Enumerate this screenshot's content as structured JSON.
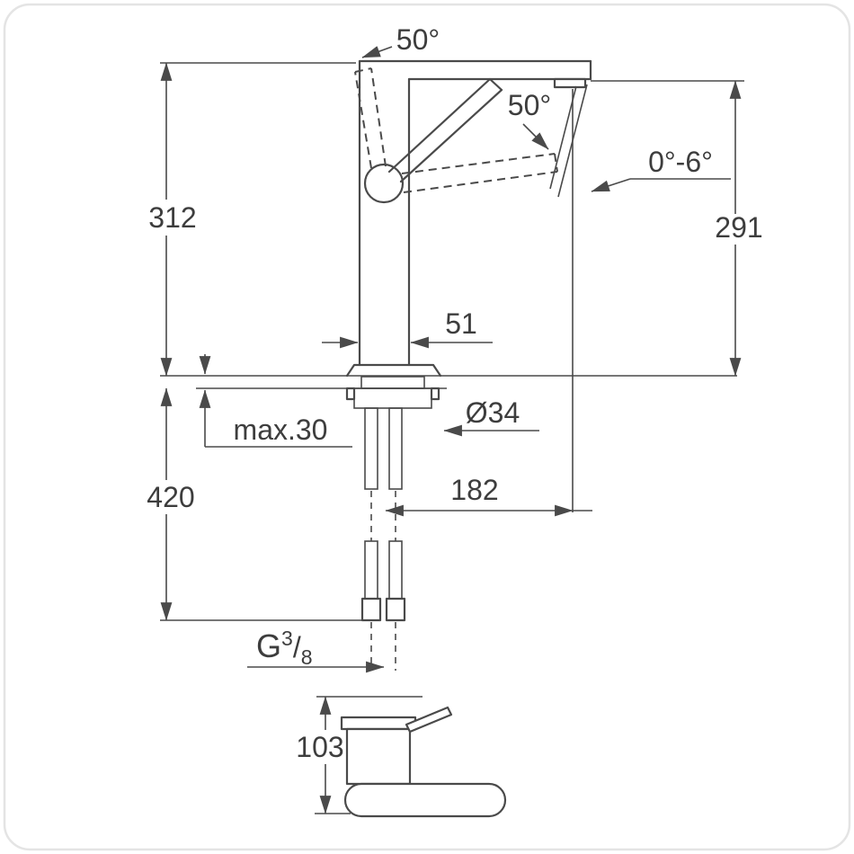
{
  "drawing": {
    "labels": {
      "angle_top": "50°",
      "angle_right": "50°",
      "spout_tilt_range": "0°-6°",
      "body_height": "312",
      "spout_height": "291",
      "body_width": "51",
      "mounting_hole_diameter": "Ø34",
      "max_deck_thickness": "max.30",
      "under_deck_length": "420",
      "spout_projection": "182",
      "base_height": "103",
      "thread": {
        "prefix": "G",
        "numerator": "3",
        "slash": "/",
        "denominator": "8"
      }
    }
  }
}
